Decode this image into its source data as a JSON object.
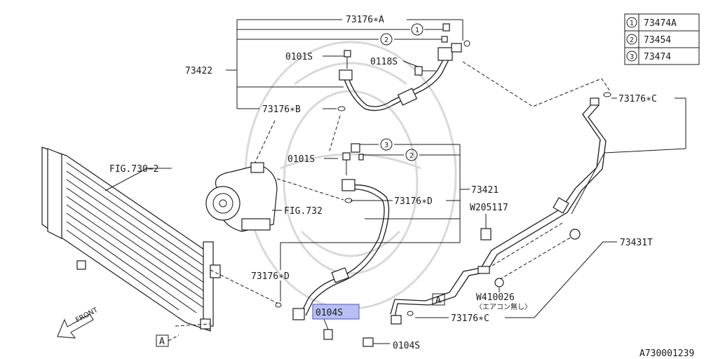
{
  "legend": {
    "rows": [
      {
        "num": "1",
        "part": "73474A"
      },
      {
        "num": "2",
        "part": "73454"
      },
      {
        "num": "3",
        "part": "73474"
      }
    ]
  },
  "labels": {
    "hose_upper_a": "73176∗A",
    "pipe_assy_upper": "73422",
    "bolt_upper": "0101S",
    "bolt_upper_pipe": "0118S",
    "oring_upper_b": "73176∗B",
    "oring_right_c": "73176∗C",
    "fig_condenser": "FIG.730−2",
    "bolt_lower": "0101S",
    "fig_compressor": "FIG.732",
    "oring_lower_d": "73176∗D",
    "pipe_assy_lower": "73421",
    "clip_w": "W205117",
    "pipe_t": "73431T",
    "oring_left_d": "73176∗D",
    "bolt_highlighted": "0104S",
    "bolt_bottom": "0104S",
    "nut_w": "W410026",
    "nut_note": "〈エアコン無し〉",
    "oring_bottom_c": "73176∗C",
    "front": "FRONT",
    "ref_a1": "A",
    "ref_a2": "A",
    "circle_1": "1",
    "circle_2": "2",
    "circle_3": "3",
    "circle_2b": "2",
    "diagram_id": "A730001239"
  },
  "colors": {
    "ink": "#1a1a1a",
    "highlight_fill": "#b9bff2",
    "highlight_border": "#4a56c7",
    "watermark": "#d9d9d9"
  }
}
